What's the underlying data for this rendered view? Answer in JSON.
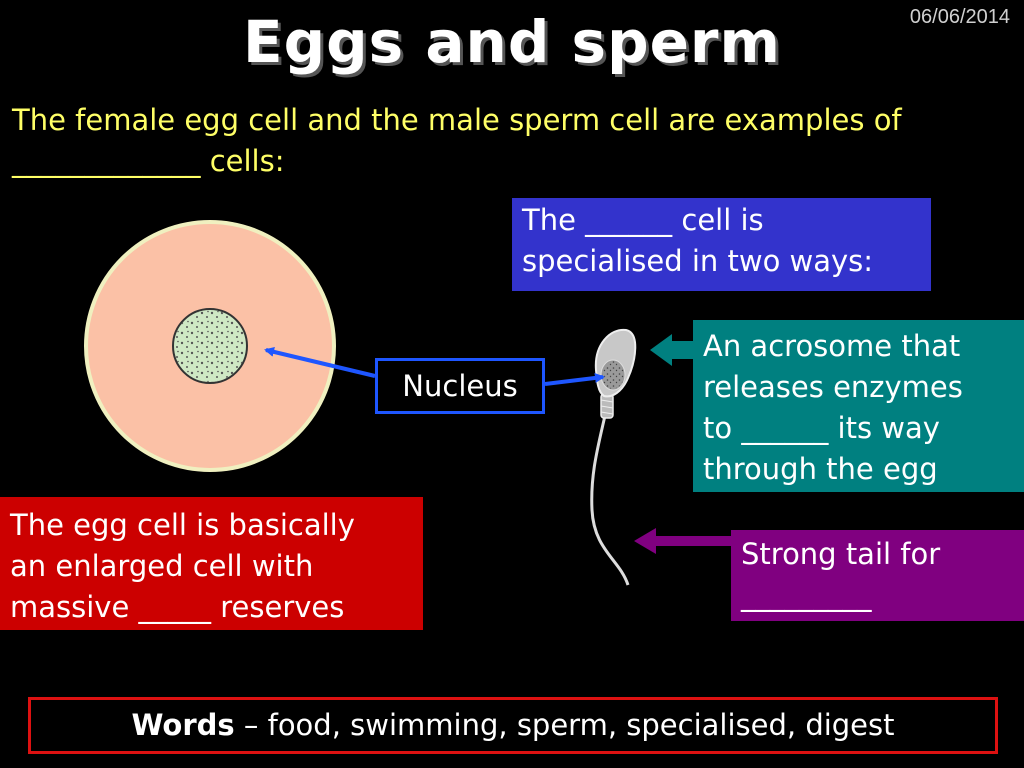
{
  "date": "06/06/2014",
  "title": "Eggs and sperm",
  "intro": {
    "line1": "The female egg cell and the male sperm cell are examples of",
    "line2": "_____________ cells:"
  },
  "specialised_box": {
    "line1": "The ______ cell is",
    "line2": "specialised in two ways:"
  },
  "acrosome_box": {
    "line1": "An acrosome that",
    "line2": "releases enzymes",
    "line3": "to ______ its way",
    "line4": "through the egg"
  },
  "tail_box": {
    "line1": "Strong tail for",
    "line2": "_________"
  },
  "egg_box": {
    "line1": "The egg cell is basically",
    "line2": "an enlarged cell with",
    "line3": "massive _____ reserves"
  },
  "nucleus_label": "Nucleus",
  "words": {
    "label": "Words",
    "list": "– food, swimming, sperm, specialised, digest"
  },
  "colors": {
    "egg_cytoplasm": "#fbc1a6",
    "egg_nucleus": "#cfe8c4",
    "arrow_blue": "#1e56ff",
    "teal": "#008080",
    "purple": "#800080",
    "red": "#cc0000"
  }
}
